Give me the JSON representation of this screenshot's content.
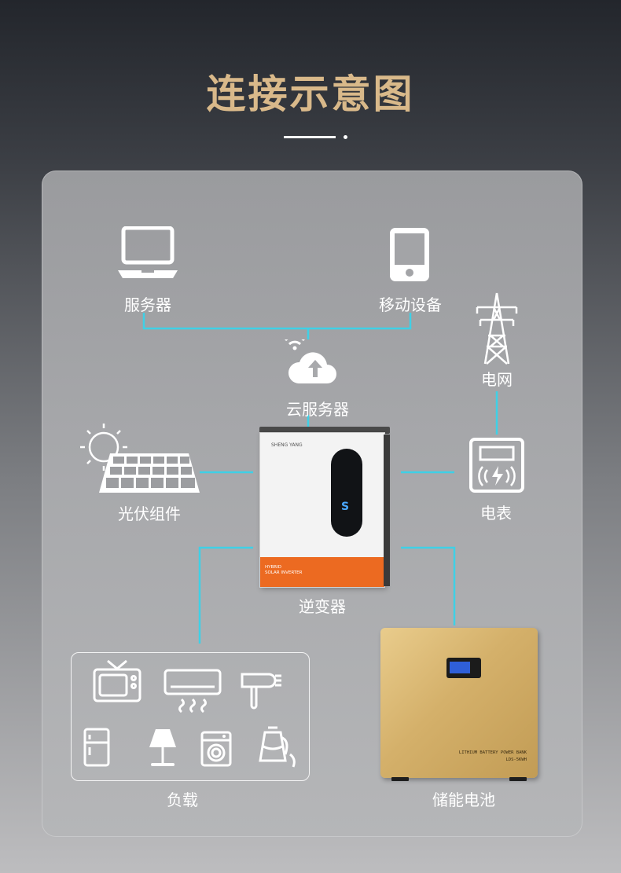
{
  "title": "连接示意图",
  "labels": {
    "server": "服务器",
    "mobile": "移动设备",
    "cloud": "云服务器",
    "grid": "电网",
    "pv": "光伏组件",
    "meter": "电表",
    "inverter": "逆变器",
    "load": "负载",
    "battery": "储能电池"
  },
  "inverter": {
    "brand": "SHENG YANG",
    "model_line1": "HYBRID",
    "model_line2": "SOLAR INVERTER"
  },
  "battery": {
    "line1": "LITHIUM BATTERY POWER BANK",
    "line2": "LDS-5KWH"
  },
  "colors": {
    "title": "#d9b98a",
    "connector": "#3fd0e6",
    "inverter_accent": "#ec6a21",
    "battery_gold": "#d4b06a"
  }
}
